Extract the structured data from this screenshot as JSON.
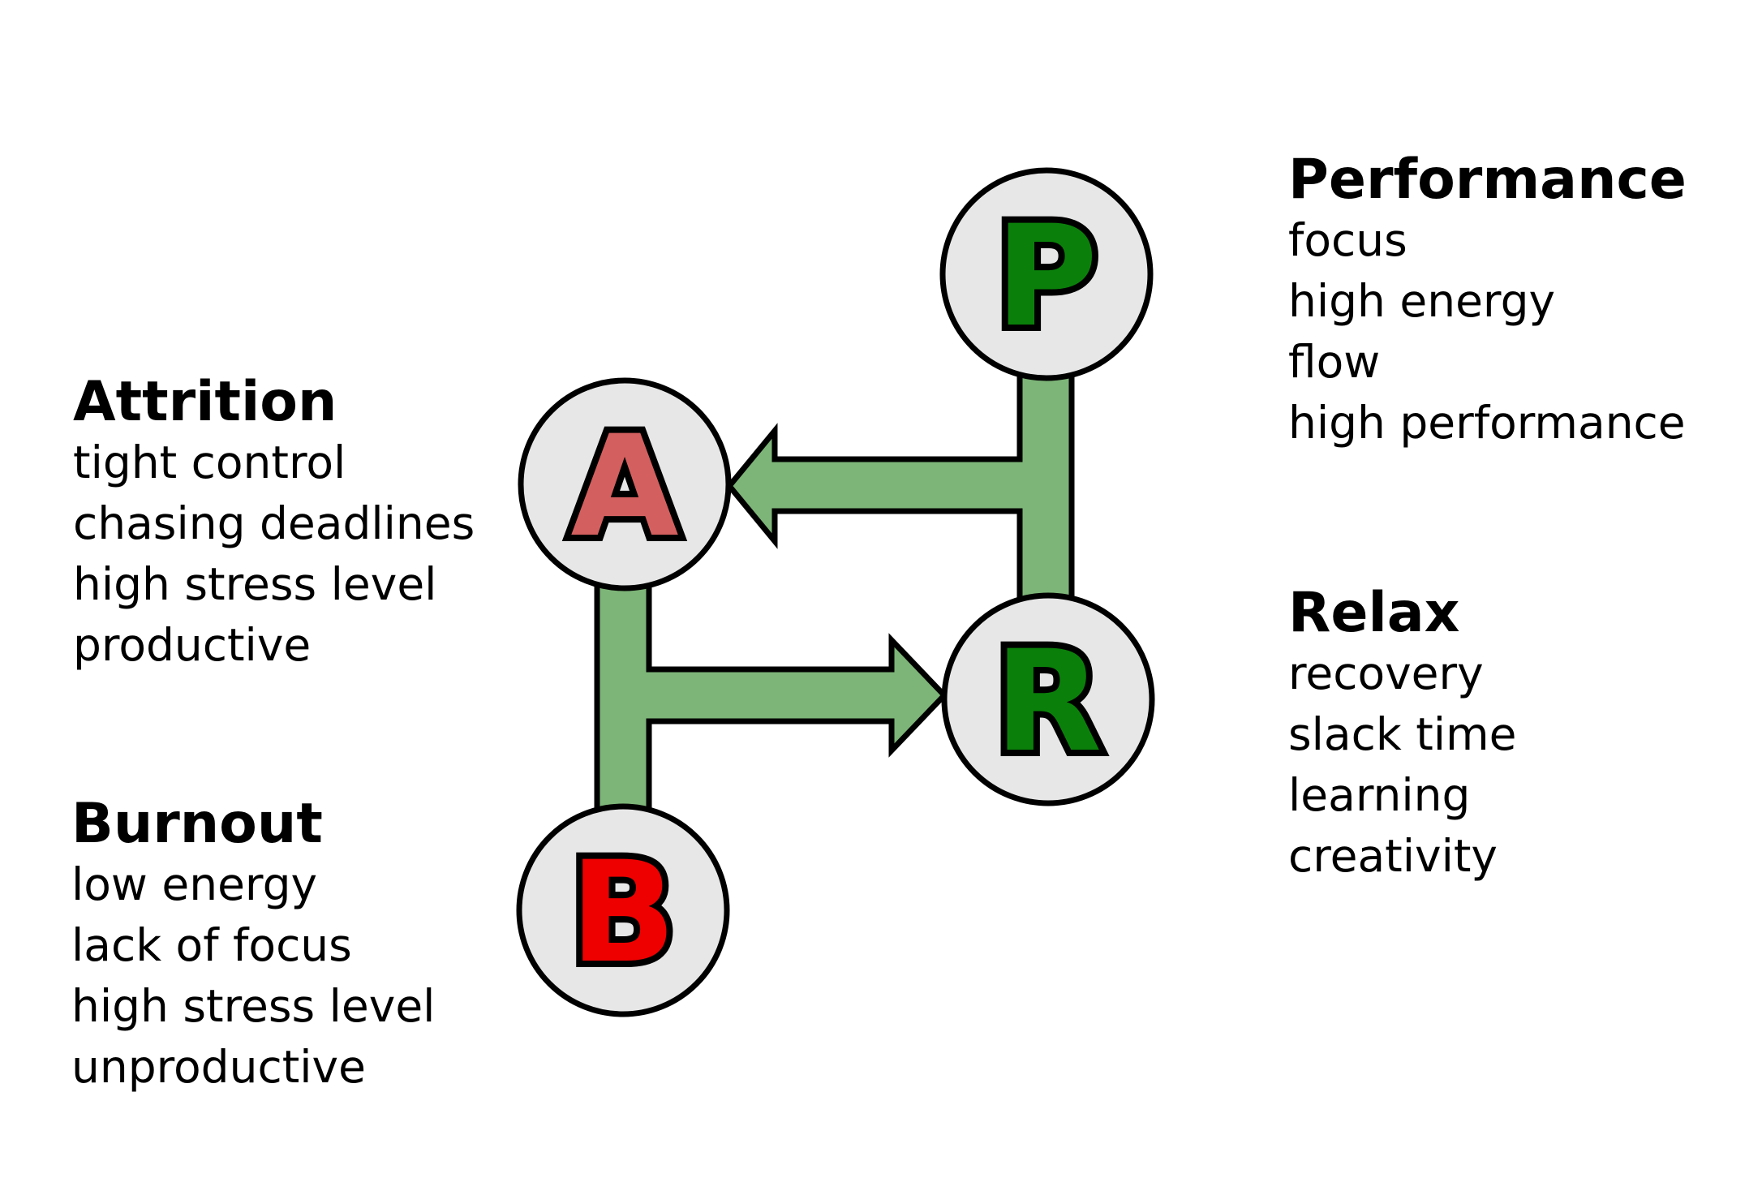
{
  "nodes": {
    "p": {
      "letter": "P"
    },
    "a": {
      "letter": "A"
    },
    "r": {
      "letter": "R"
    },
    "b": {
      "letter": "B"
    }
  },
  "blocks": {
    "performance": {
      "title": "Performance",
      "items": [
        "focus",
        "high energy",
        "flow",
        "high performance"
      ]
    },
    "attrition": {
      "title": "Attrition",
      "items": [
        "tight control",
        "chasing deadlines",
        "high stress level",
        "productive"
      ]
    },
    "relax": {
      "title": "Relax",
      "items": [
        "recovery",
        "slack time",
        "learning",
        "creativity"
      ]
    },
    "burnout": {
      "title": "Burnout",
      "items": [
        "low energy",
        "lack of focus",
        "high stress level",
        "unproductive"
      ]
    }
  },
  "colors": {
    "node_fill": "#e7e7e7",
    "node_stroke": "#000000",
    "arrow_green": "#7db578",
    "letter_green": "#0a800a",
    "letter_attrition": "#d45f5f",
    "letter_burnout": "#ee0000",
    "text_color": "#000000"
  }
}
